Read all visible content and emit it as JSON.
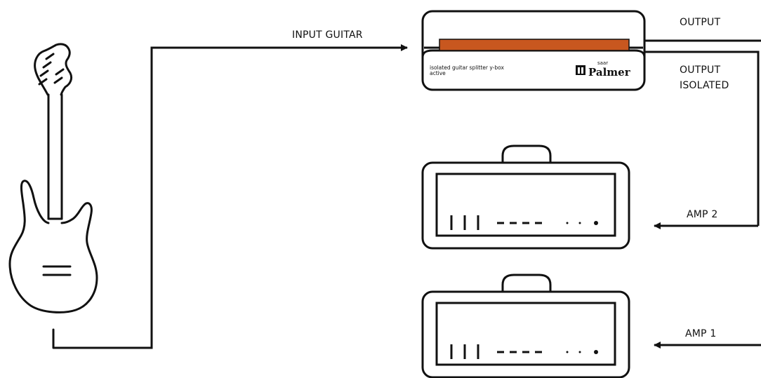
{
  "labels": {
    "input_guitar": "INPUT GUITAR",
    "output": "OUTPUT",
    "output_isolated_line1": "OUTPUT",
    "output_isolated_line2": "ISOLATED",
    "amp2": "AMP 2",
    "amp1": "AMP 1"
  },
  "device": {
    "text_line1": "isolated guitar splitter y-box",
    "text_line2": "active",
    "brand_small": "saar",
    "brand": "Palmer",
    "accent_color": "#c8571f"
  },
  "colors": {
    "stroke": "#111111"
  }
}
